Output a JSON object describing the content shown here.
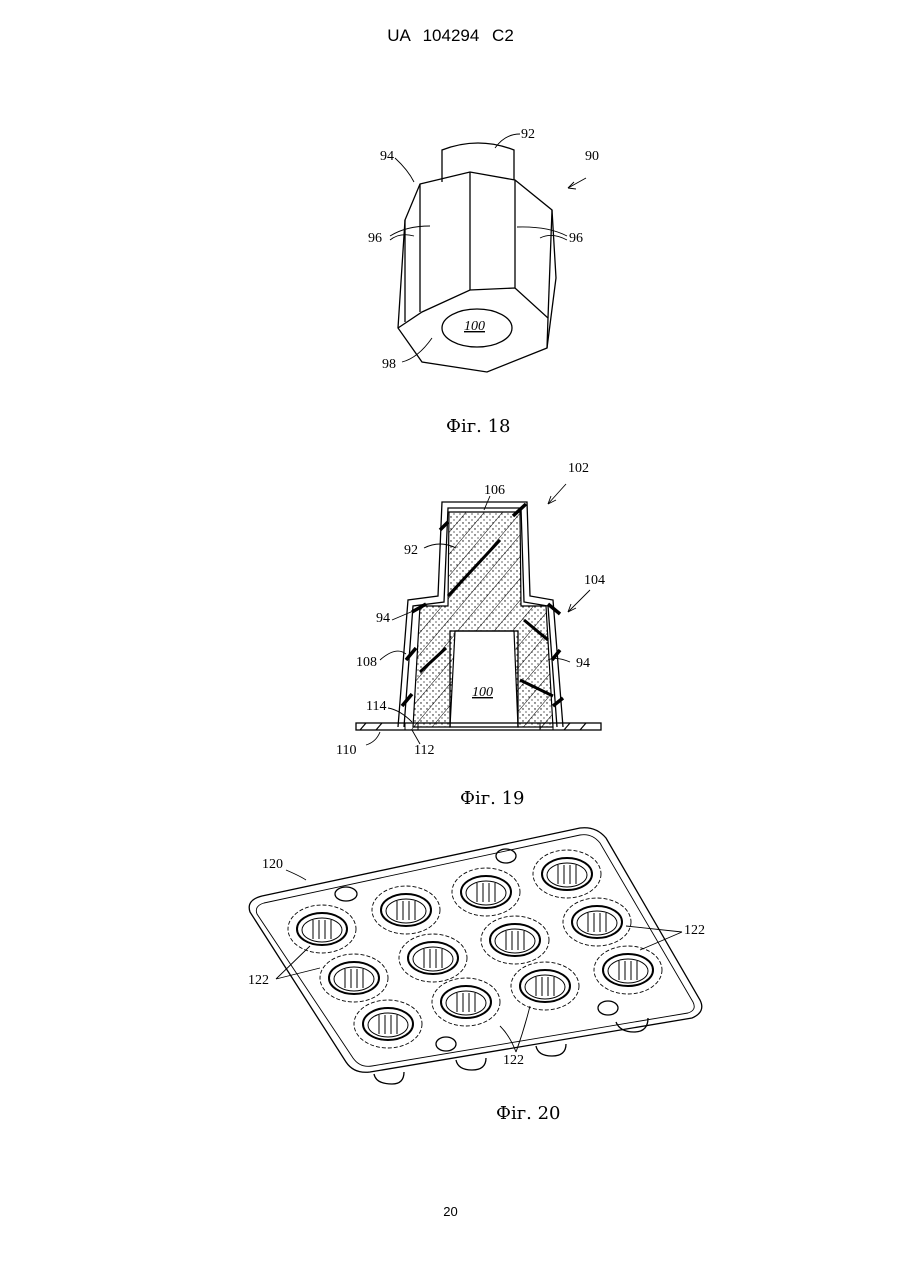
{
  "header": {
    "text": "UA   104294   C2"
  },
  "figures": [
    {
      "caption": "Фіг. 18",
      "labels": {
        "l90": "90",
        "l92": "92",
        "l94": "94",
        "l96a": "96",
        "l96b": "96",
        "l98": "98",
        "l100": "100"
      }
    },
    {
      "caption": "Фіг. 19",
      "labels": {
        "l102": "102",
        "l106": "106",
        "l92": "92",
        "l104": "104",
        "l94a": "94",
        "l94b": "94",
        "l108": "108",
        "l100": "100",
        "l114": "114",
        "l110": "110",
        "l112": "112"
      }
    },
    {
      "caption": "Фіг. 20",
      "labels": {
        "l120": "120",
        "l122a": "122",
        "l122b": "122",
        "l122c": "122"
      }
    }
  ],
  "page_number": "20"
}
